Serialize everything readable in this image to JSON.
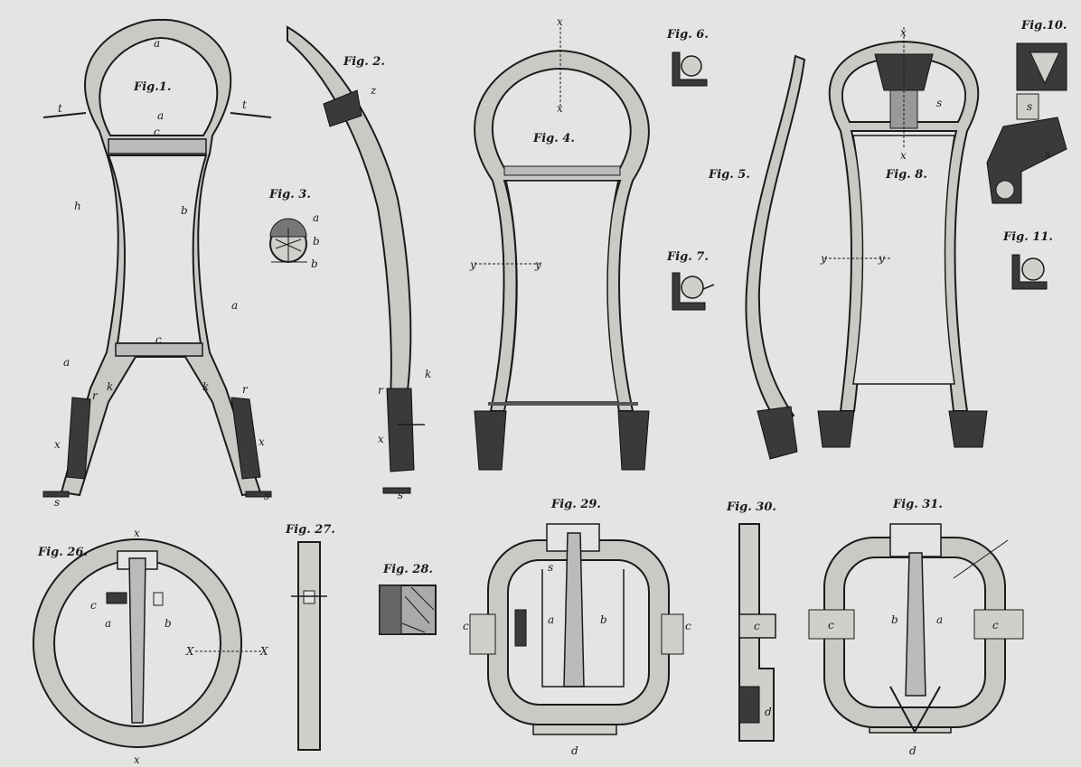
{
  "figures": [
    {
      "id": "fig1",
      "label": "Fig.1.",
      "letters": [
        "a",
        "a",
        "a",
        "a",
        "b",
        "c",
        "c",
        "h",
        "k",
        "k",
        "r",
        "r",
        "s",
        "s",
        "t",
        "t",
        "x",
        "x"
      ]
    },
    {
      "id": "fig2",
      "label": "Fig. 2.",
      "letters": [
        "k",
        "r",
        "s",
        "x",
        "z"
      ]
    },
    {
      "id": "fig3",
      "label": "Fig. 3.",
      "letters": [
        "a",
        "b",
        "b"
      ]
    },
    {
      "id": "fig4",
      "label": "Fig. 4.",
      "letters": [
        "x",
        "x",
        "y",
        "y"
      ]
    },
    {
      "id": "fig5",
      "label": "Fig. 5."
    },
    {
      "id": "fig6",
      "label": "Fig. 6."
    },
    {
      "id": "fig7",
      "label": "Fig. 7."
    },
    {
      "id": "fig8",
      "label": "Fig. 8.",
      "letters": [
        "x",
        "x",
        "s",
        "y",
        "y"
      ]
    },
    {
      "id": "fig10",
      "label": "Fig.10.",
      "letters": [
        "s",
        "s"
      ]
    },
    {
      "id": "fig11",
      "label": "Fig. 11."
    },
    {
      "id": "fig26",
      "label": "Fig. 26.",
      "letters": [
        "x",
        "x",
        "a",
        "b",
        "c",
        "X",
        "X"
      ]
    },
    {
      "id": "fig27",
      "label": "Fig. 27."
    },
    {
      "id": "fig28",
      "label": "Fig. 28."
    },
    {
      "id": "fig29",
      "label": "Fig. 29.",
      "letters": [
        "s",
        "a",
        "b",
        "c",
        "c",
        "d"
      ]
    },
    {
      "id": "fig30",
      "label": "Fig. 30.",
      "letters": [
        "c",
        "d"
      ]
    },
    {
      "id": "fig31",
      "label": "Fig. 31.",
      "letters": [
        "b",
        "a",
        "c",
        "c",
        "d"
      ]
    }
  ]
}
